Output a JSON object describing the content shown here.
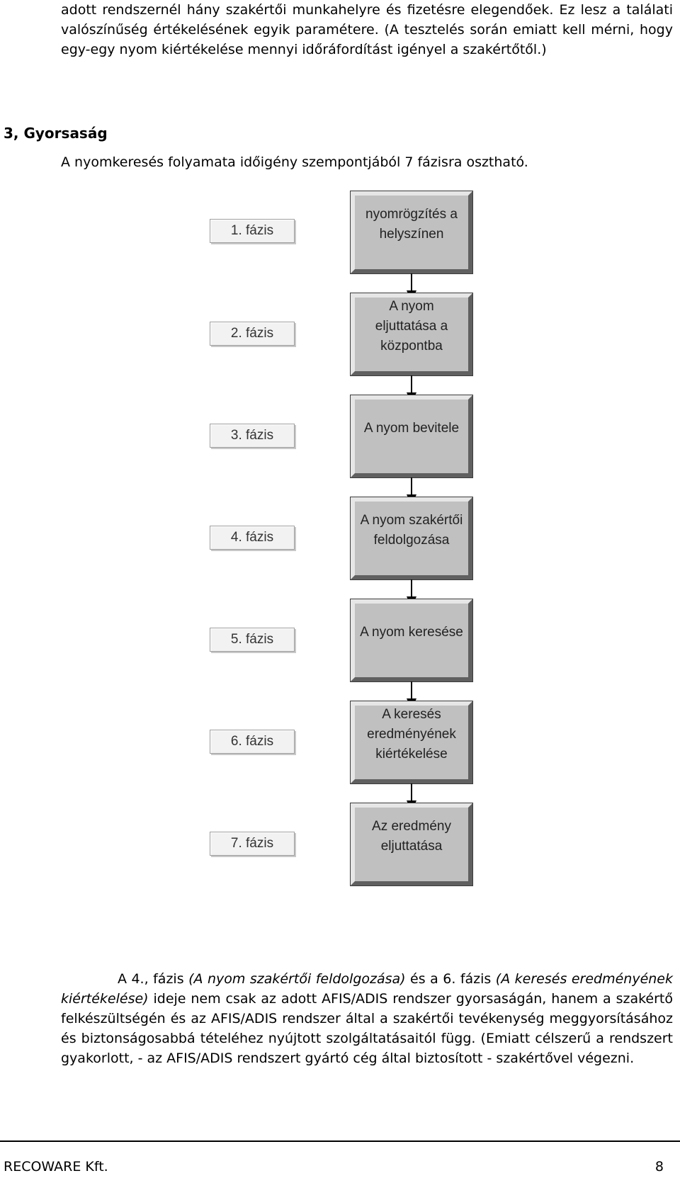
{
  "intro_text": "adott rendszernél hány szakértői munkahelyre és fizetésre elegendőek. Ez lesz a találati valószínűség értékelésének egyik paramétere. (A tesztelés során emiatt kell mérni, hogy egy-egy nyom kiértékelése mennyi időráfordítást igényel a szakértőtől.)",
  "section": {
    "heading": "3, Gyorsaság",
    "lead": "A nyomkeresés folyamata időigény szempontjából 7 fázisra osztható."
  },
  "phases": [
    {
      "label": "1. fázis",
      "box": "nyomrögzítés a helyszínen"
    },
    {
      "label": "2. fázis",
      "box": "A nyom eljuttatása a központba"
    },
    {
      "label": "3. fázis",
      "box": "A nyom bevitele"
    },
    {
      "label": "4. fázis",
      "box": "A nyom szakértői feldolgozása"
    },
    {
      "label": "5. fázis",
      "box": "A nyom keresése"
    },
    {
      "label": "6. fázis",
      "box": "A keresés eredményének kiértékelése"
    },
    {
      "label": "7. fázis",
      "box": "Az eredmény eljuttatása"
    }
  ],
  "closing": {
    "p1": "A 4., fázis ",
    "i1": "(A nyom szakértői feldolgozása)",
    "p2": " és a 6. fázis ",
    "i2": "(A keresés eredményének kiértékelése)",
    "p3": " ideje nem csak az adott AFIS/ADIS rendszer gyorsaságán, hanem a szakértő felkészültségén és az AFIS/ADIS rendszer által a szakértői tevékenység meggyorsításához és biztonságosabbá tételéhez nyújtott szolgáltatásaitól függ. (Emiatt célszerű a rendszert gyakorlott, - az AFIS/ADIS rendszert gyártó cég által biztosított - szakértővel végezni."
  },
  "footer": {
    "company": "RECOWARE Kft.",
    "page": "8"
  }
}
